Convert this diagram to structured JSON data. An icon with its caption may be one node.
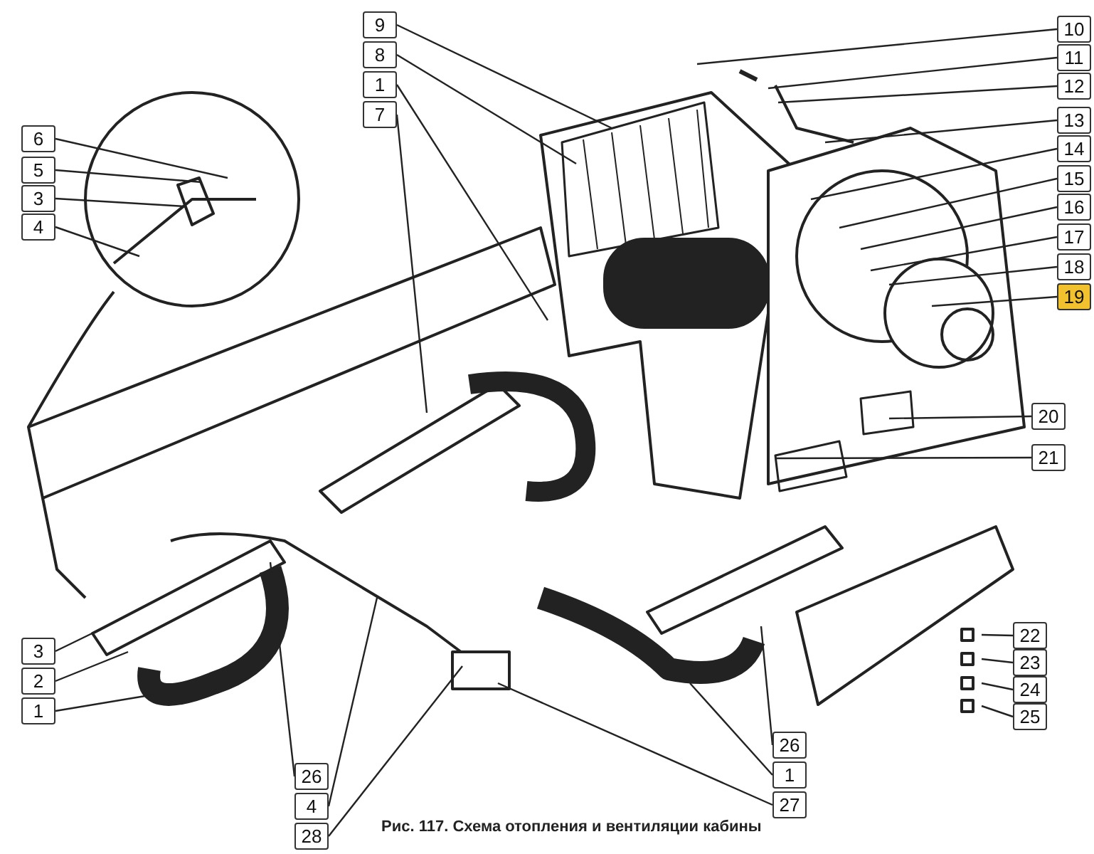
{
  "diagram": {
    "caption": "Рис. 117. Схема отопления и вентиляции кабины",
    "nodes": [
      {
        "text": [
          "6"
        ]
      },
      {
        "text": [
          "5"
        ]
      },
      {
        "text": [
          "3"
        ]
      },
      {
        "text": [
          "4"
        ]
      },
      {
        "text": [
          "9"
        ]
      },
      {
        "text": [
          "8"
        ]
      },
      {
        "text": [
          "1"
        ]
      },
      {
        "text": [
          "7"
        ]
      },
      {
        "text": [
          "10"
        ]
      },
      {
        "text": [
          "11"
        ]
      },
      {
        "text": [
          "12"
        ]
      },
      {
        "text": [
          "13"
        ]
      },
      {
        "text": [
          "14"
        ]
      },
      {
        "text": [
          "15"
        ]
      },
      {
        "text": [
          "16"
        ]
      },
      {
        "text": [
          "17"
        ]
      },
      {
        "text": [
          "18"
        ]
      },
      {
        "text": [
          "19"
        ]
      },
      {
        "text": [
          "20"
        ]
      },
      {
        "text": [
          "21"
        ]
      },
      {
        "text": [
          "3"
        ]
      },
      {
        "text": [
          "2"
        ]
      },
      {
        "text": [
          "1"
        ]
      },
      {
        "text": [
          "26"
        ]
      },
      {
        "text": [
          "4"
        ]
      },
      {
        "text": [
          "28"
        ]
      },
      {
        "text": [
          "26"
        ]
      },
      {
        "text": [
          "1"
        ]
      },
      {
        "text": [
          "27"
        ]
      },
      {
        "text": [
          "22"
        ]
      },
      {
        "text": [
          "23"
        ]
      },
      {
        "text": [
          "24"
        ]
      },
      {
        "text": [
          "25"
        ]
      }
    ],
    "edges": [
      {
        "from": 0,
        "to": null,
        "arrow": "none"
      },
      {
        "from": 1,
        "to": null,
        "arrow": "none"
      },
      {
        "from": 2,
        "to": null,
        "arrow": "none"
      },
      {
        "from": 3,
        "to": null,
        "arrow": "none"
      },
      {
        "from": 4,
        "to": null,
        "arrow": "none"
      },
      {
        "from": 5,
        "to": null,
        "arrow": "none"
      },
      {
        "from": 6,
        "to": null,
        "arrow": "none"
      },
      {
        "from": 7,
        "to": null,
        "arrow": "none"
      },
      {
        "from": 8,
        "to": null,
        "arrow": "none"
      },
      {
        "from": 9,
        "to": null,
        "arrow": "none"
      },
      {
        "from": 10,
        "to": null,
        "arrow": "none"
      },
      {
        "from": 11,
        "to": null,
        "arrow": "none"
      },
      {
        "from": 12,
        "to": null,
        "arrow": "none"
      },
      {
        "from": 13,
        "to": null,
        "arrow": "none"
      },
      {
        "from": 14,
        "to": null,
        "arrow": "none"
      },
      {
        "from": 15,
        "to": null,
        "arrow": "none"
      },
      {
        "from": 16,
        "to": null,
        "arrow": "none"
      },
      {
        "from": 17,
        "to": null,
        "arrow": "none"
      },
      {
        "from": 18,
        "to": null,
        "arrow": "none"
      },
      {
        "from": 19,
        "to": null,
        "arrow": "none"
      },
      {
        "from": 20,
        "to": null,
        "arrow": "none"
      },
      {
        "from": 21,
        "to": null,
        "arrow": "none"
      },
      {
        "from": 22,
        "to": null,
        "arrow": "none"
      },
      {
        "from": 23,
        "to": null,
        "arrow": "none"
      },
      {
        "from": 24,
        "to": null,
        "arrow": "none"
      },
      {
        "from": 25,
        "to": null,
        "arrow": "none"
      },
      {
        "from": 26,
        "to": null,
        "arrow": "none"
      },
      {
        "from": 27,
        "to": null,
        "arrow": "none"
      },
      {
        "from": 28,
        "to": null,
        "arrow": "none"
      },
      {
        "from": 29,
        "to": null,
        "arrow": "none"
      },
      {
        "from": 30,
        "to": null,
        "arrow": "none"
      },
      {
        "from": 31,
        "to": null,
        "arrow": "none"
      },
      {
        "from": 32,
        "to": null,
        "arrow": "none"
      }
    ]
  }
}
